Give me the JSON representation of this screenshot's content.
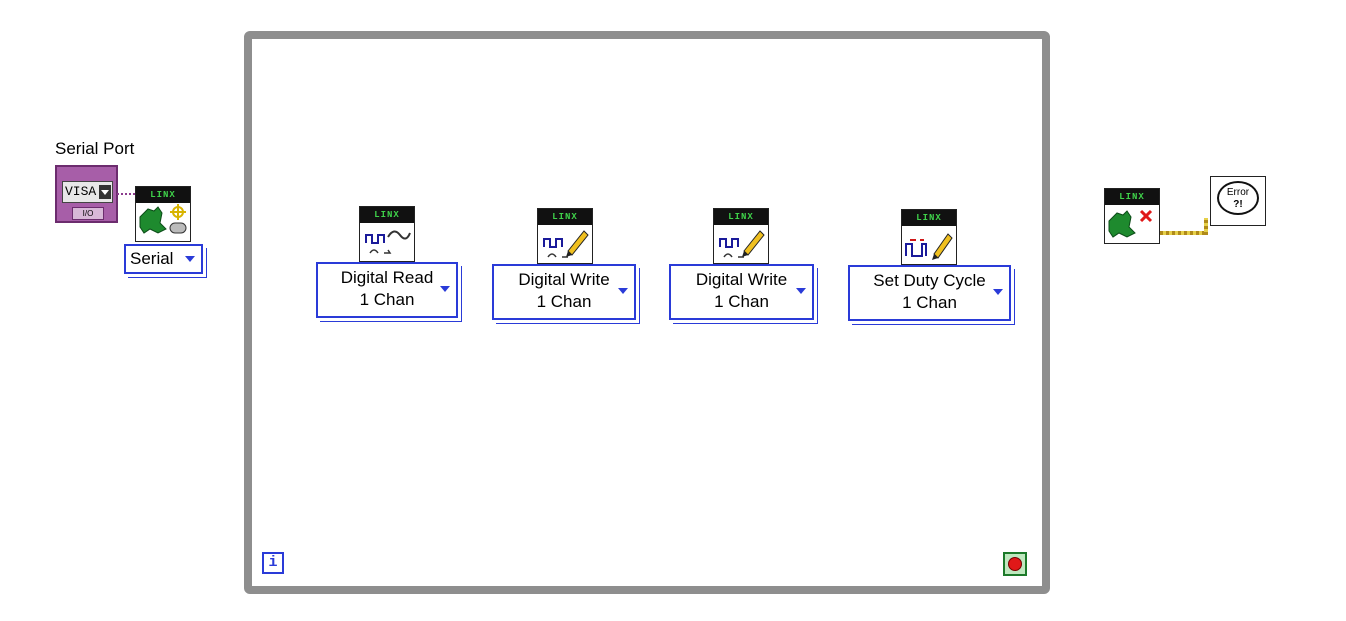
{
  "serial_port": {
    "label": "Serial Port",
    "control_text": "VISA",
    "io_text": "I/O",
    "type_selector": "Serial"
  },
  "linx_header": "LINX",
  "nodes": [
    {
      "line1": "Digital Read",
      "line2": "1 Chan"
    },
    {
      "line1": "Digital Write",
      "line2": "1 Chan"
    },
    {
      "line1": "Digital Write",
      "line2": "1 Chan"
    },
    {
      "line1": "Set Duty Cycle",
      "line2": "1 Chan"
    }
  ],
  "loop": {
    "iteration_terminal": "i"
  },
  "error_indicator": {
    "line1": "Error",
    "line2": "?!"
  },
  "colors": {
    "selector_blue": "#2a3bd8",
    "visa_purple": "#a75ea8",
    "error_wire": "#e6d04a",
    "loop_frame": "#8e8e8e",
    "stop_red": "#e01818"
  },
  "icons": [
    "linx-open-icon",
    "digital-read-icon",
    "digital-write-icon",
    "pwm-duty-cycle-icon",
    "linx-close-icon",
    "error-indicator-icon",
    "stop-button-icon"
  ]
}
